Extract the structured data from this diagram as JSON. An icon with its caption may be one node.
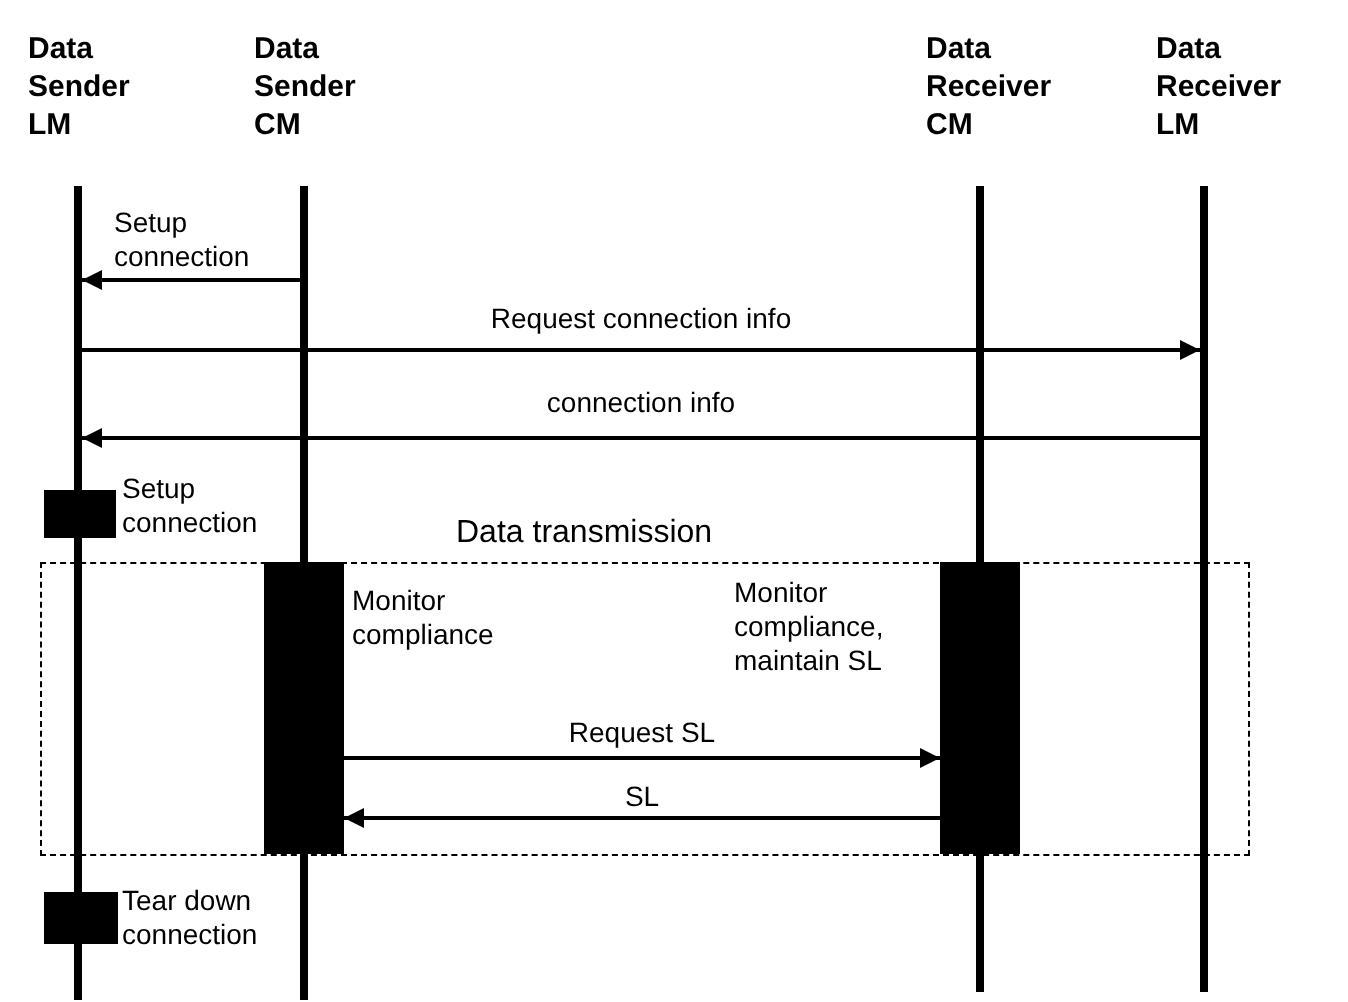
{
  "diagram": {
    "nodes": [
      {
        "text": [
          "Data Sender LM"
        ]
      },
      {
        "text": [
          "Data Sender CM"
        ]
      },
      {
        "text": [
          "Data Receiver CM"
        ]
      },
      {
        "text": [
          "Data Receiver LM"
        ]
      },
      {
        "text": [],
        "shape": "bar",
        "beside": [
          "Setup connection"
        ]
      },
      {
        "text": [
          "Data transmission"
        ]
      },
      {
        "text": [],
        "shape": "bar",
        "beside": [
          "Monitor compliance"
        ],
        "in": 5
      },
      {
        "text": [],
        "shape": "bar",
        "beside": [
          "Monitor compliance, maintain SL"
        ],
        "in": 5
      },
      {
        "text": [],
        "shape": "bar",
        "beside": [
          "Tear down connection"
        ]
      }
    ],
    "edges": [
      {
        "from": 1,
        "to": 0,
        "arrow": "to",
        "label": "Setup connection"
      },
      {
        "from": 0,
        "to": 3,
        "arrow": "to",
        "label": "Request connection info"
      },
      {
        "from": 3,
        "to": 0,
        "arrow": "to",
        "label": "connection info"
      },
      {
        "from": 6,
        "to": 7,
        "arrow": "to",
        "label": "Request SL"
      },
      {
        "from": 7,
        "to": 6,
        "arrow": "to",
        "label": "SL"
      }
    ]
  }
}
